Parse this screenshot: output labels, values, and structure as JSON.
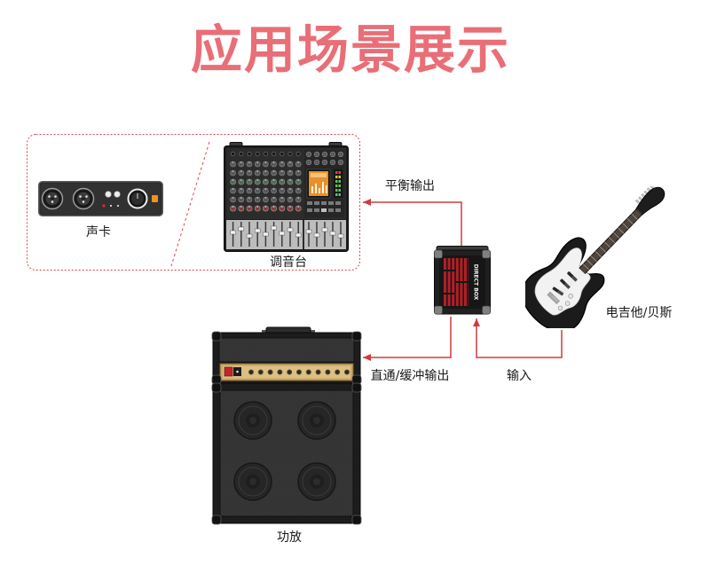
{
  "title": "应用场景展示",
  "colors": {
    "title": "#e96e77",
    "connector": "#d23a40",
    "frame": "#d9464d",
    "text": "#1a1a1a"
  },
  "devices": {
    "sound_card": {
      "label": "声卡",
      "icon": "audio-interface-icon"
    },
    "mixer": {
      "label": "调音台",
      "icon": "mixing-console-icon"
    },
    "di_box": {
      "label": "DIRECT BOX",
      "icon": "di-box-icon"
    },
    "guitar": {
      "label": "电吉他/贝斯",
      "icon": "electric-guitar-icon"
    },
    "amplifier": {
      "label": "功放",
      "icon": "guitar-amplifier-icon"
    }
  },
  "connections": {
    "balanced_output": {
      "label": "平衡输出"
    },
    "input": {
      "label": "输入"
    },
    "thru_buffered_output": {
      "label": "直通/缓冲输出"
    }
  }
}
